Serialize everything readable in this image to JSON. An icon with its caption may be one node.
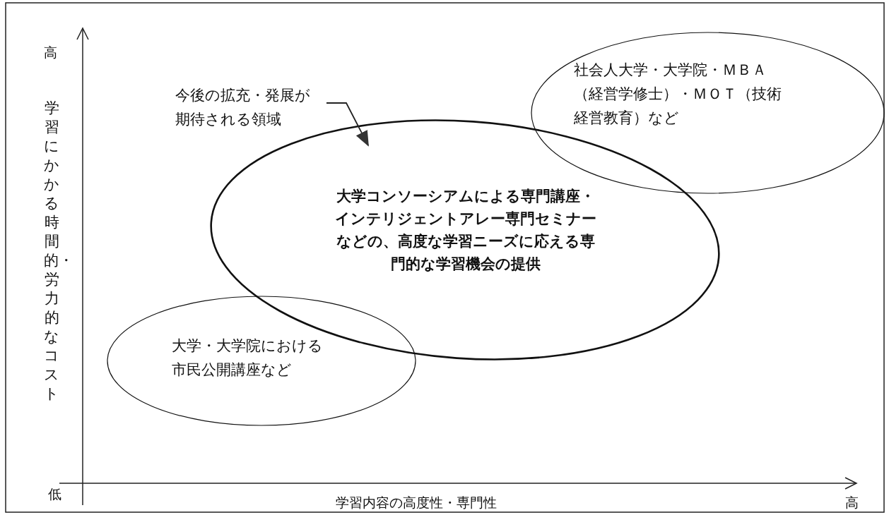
{
  "diagram": {
    "nodes": [
      {
        "text": [
          "今後の拡充・発展が期待される領域"
        ]
      },
      {
        "text": [
          "社会人大学・大学院・ＭＢＡ（経営学修士）・ＭＯＴ（技術経営教育）など"
        ]
      },
      {
        "text": [
          "大学コンソーシアムによる専門講座・インテリジェントアレー専門セミナーなどの、高度な学習ニーズに応える専門的な学習機会の提供"
        ]
      },
      {
        "text": [
          "大学・大学院における市民公開講座など"
        ]
      }
    ],
    "edges": [
      {
        "from": 0,
        "to": 2,
        "arrow": "to"
      }
    ],
    "labels": [
      "高",
      "学習にかかる時間的・労力的なコスト",
      "低",
      "学習内容の高度性・専門性",
      "高"
    ]
  }
}
